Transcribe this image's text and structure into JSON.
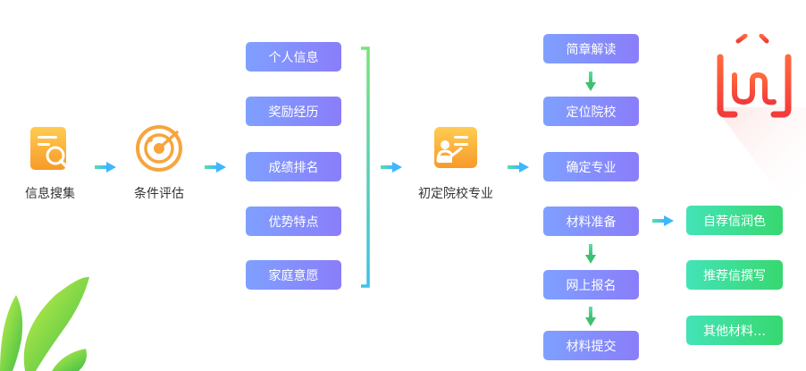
{
  "steps": {
    "info_collect": "信息搜集",
    "condition_eval": "条件评估",
    "initial_school": "初定院校专业"
  },
  "factors": [
    "个人信息",
    "奖励经历",
    "成绩排名",
    "优势特点",
    "家庭意愿"
  ],
  "process": [
    "简章解读",
    "定位院校",
    "确定专业",
    "材料准备",
    "网上报名",
    "材料提交"
  ],
  "materials": [
    "自荐信润色",
    "推荐信撰写",
    "其他材料…"
  ],
  "colors": {
    "blue_start": "#7fa0ff",
    "blue_end": "#8a7dfa",
    "green_start": "#44e3b8",
    "green_end": "#37d86f",
    "orange": "#f7a53c",
    "arrow_gradient": [
      "#56e0a9",
      "#3fb6ff"
    ]
  },
  "icons": [
    "search-document-icon",
    "radar-icon",
    "teacher-board-icon",
    "brand-logo-icon",
    "leaf-decoration"
  ]
}
